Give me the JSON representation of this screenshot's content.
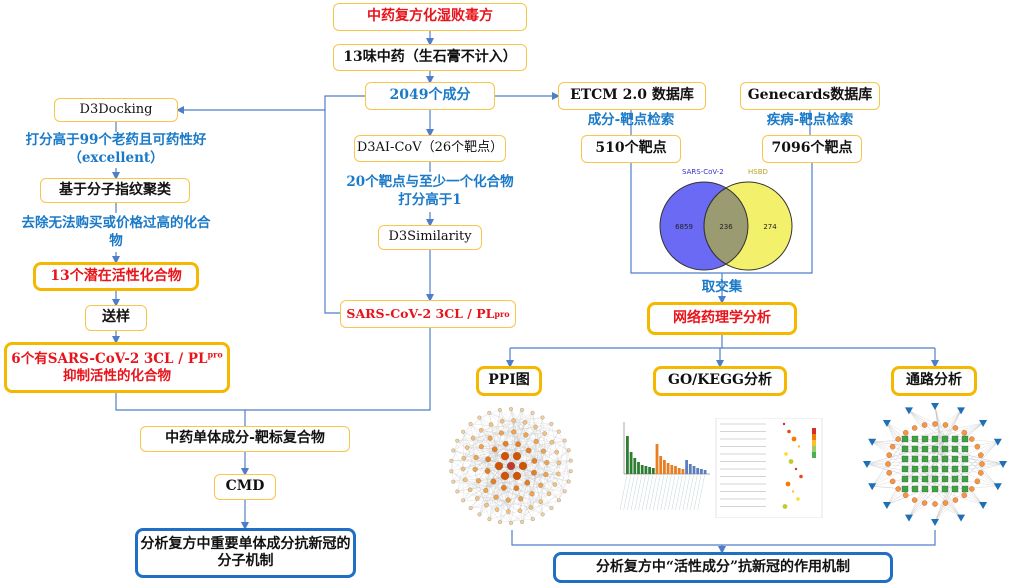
{
  "title_box": "中药复方化湿败毒方",
  "herbs_box": "13味中药（生石膏不计入）",
  "ingredients_box": "2049个成分",
  "left": {
    "d3docking": "D3Docking",
    "docking_note": "打分高于99个老药且可药性好（excellent）",
    "cluster": "基于分子指纹聚类",
    "filter_note": "去除无法购买或价格过高的化合物",
    "candidates": "13个潜在活性化合物",
    "send": "送样",
    "inhibitor_pre": "6个有SARS-CoV-2 3CL / PL",
    "inhibitor_sup": "pro",
    "inhibitor_post": "抑制活性的化合物"
  },
  "middle": {
    "d3ai": "D3AI-CoV（26个靶点）",
    "d3ai_note": "20个靶点与至少一个化合物打分高于1",
    "d3similarity": "D3Similarity",
    "target_pre": "SARS-CoV-2 3CL / PL",
    "target_sup": "pro"
  },
  "right": {
    "etcm": "ETCM 2.0 数据库",
    "etcm_note": "成分-靶点检索",
    "etcm_count": "510个靶点",
    "genecards": "Genecards数据库",
    "genecards_note": "疾病-靶点检索",
    "genecards_count": "7096个靶点",
    "intersect_note": "取交集",
    "network": "网络药理学分析",
    "ppi": "PPI图",
    "gokegg": "GO/KEGG分析",
    "pathway": "通路分析",
    "mechanism": "分析复方中“活性成分”抗新冠的作用机制"
  },
  "venn": {
    "label_left": "SARS-CoV-2",
    "label_right": "HSBD",
    "left_only": "6859",
    "overlap": "236",
    "right_only": "274",
    "color_left": "#6a6af5",
    "color_right": "#f3f06b"
  },
  "bottom": {
    "complex": "中药单体成分-靶标复合物",
    "cmd": "CMD",
    "analysis": "分析复方中重要单体成分抗新冠的分子机制"
  },
  "colors": {
    "red_text": "#e8141b",
    "blue_text": "#1a7ac8",
    "arrow": "#4f7ec9",
    "box_border": "#f7c64a",
    "emphasis_border": "#f5b800",
    "final_border": "#1f6fc5"
  }
}
